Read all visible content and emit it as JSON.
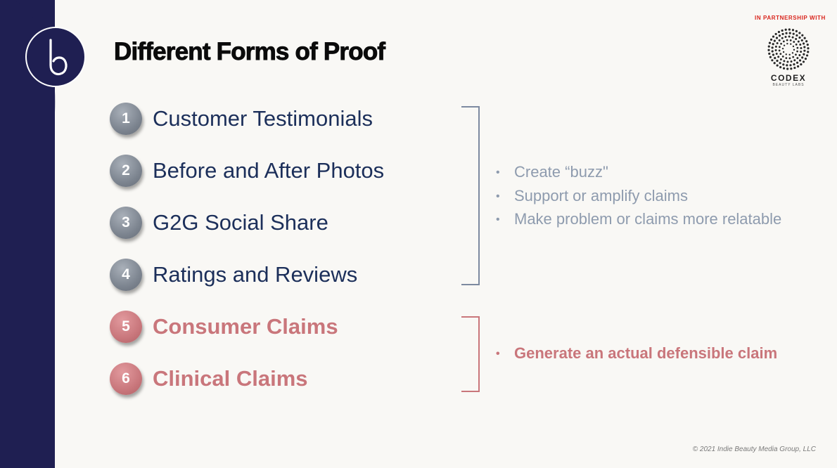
{
  "slide": {
    "title": "Different Forms of Proof",
    "items": [
      {
        "number": "1",
        "label": "Customer Testimonials"
      },
      {
        "number": "2",
        "label": "Before and After Photos"
      },
      {
        "number": "3",
        "label": "G2G Social Share"
      },
      {
        "number": "4",
        "label": "Ratings and Reviews"
      },
      {
        "number": "5",
        "label": "Consumer Claims"
      },
      {
        "number": "6",
        "label": "Clinical Claims"
      }
    ],
    "bullets_group_1": [
      "Create “buzz\"",
      "Support or amplify claims",
      "Make problem or claims more relatable"
    ],
    "bullets_group_2": [
      "Generate an actual defensible claim"
    ],
    "bullet_glyph": "•"
  },
  "partner": {
    "label": "IN PARTNERSHIP WITH",
    "name": "CODEX",
    "sub": "BEAUTY LABS"
  },
  "footer": {
    "copyright": "© 2021 Indie Beauty Media Group, LLC"
  },
  "colors": {
    "navy": "#1f1f52",
    "gray_badge": "#7d8590",
    "rose": "#c9767b",
    "text_navy": "#1c2f5a",
    "bullet_gray": "#8e9bae",
    "partner_red": "#d9241c"
  },
  "icons": {
    "logo": "beauty-b-logo-icon",
    "partner": "codex-dotted-circle-icon"
  }
}
